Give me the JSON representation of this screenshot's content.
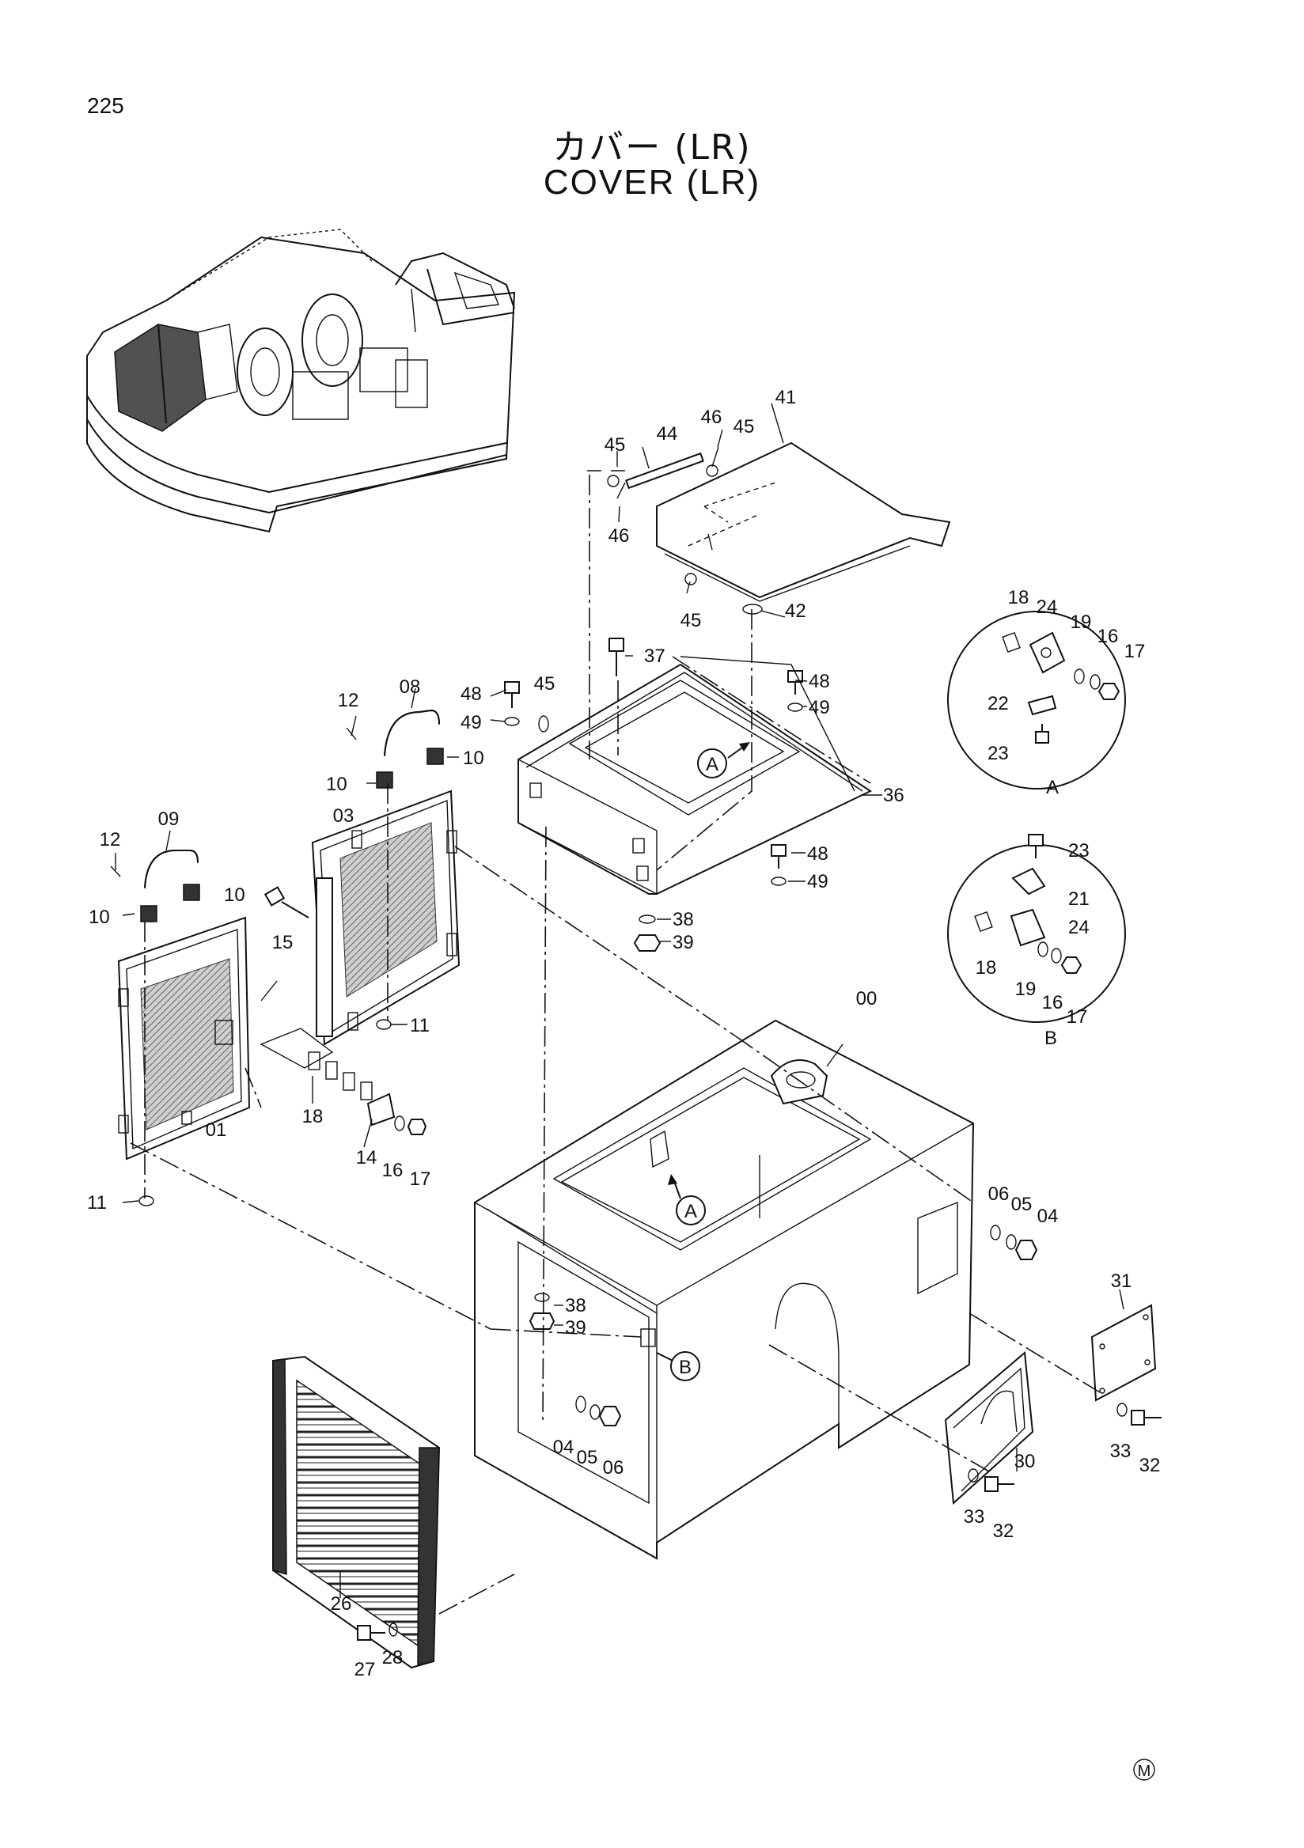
{
  "header": {
    "page_number": "225",
    "title_jp": "カバー (LR)",
    "title_en": "COVER (LR)"
  },
  "callouts": {
    "detail_a": "A",
    "detail_b": "B",
    "circle_a_main": "A",
    "circle_a_top": "A",
    "circle_b_main": "B"
  },
  "parts": [
    {
      "id": "00"
    },
    {
      "id": "01"
    },
    {
      "id": "03"
    },
    {
      "id": "04"
    },
    {
      "id": "05"
    },
    {
      "id": "06"
    },
    {
      "id": "08"
    },
    {
      "id": "09"
    },
    {
      "id": "10"
    },
    {
      "id": "11"
    },
    {
      "id": "12"
    },
    {
      "id": "14"
    },
    {
      "id": "15"
    },
    {
      "id": "16"
    },
    {
      "id": "17"
    },
    {
      "id": "18"
    },
    {
      "id": "19"
    },
    {
      "id": "21"
    },
    {
      "id": "22"
    },
    {
      "id": "23"
    },
    {
      "id": "24"
    },
    {
      "id": "26"
    },
    {
      "id": "27"
    },
    {
      "id": "28"
    },
    {
      "id": "30"
    },
    {
      "id": "31"
    },
    {
      "id": "32"
    },
    {
      "id": "33"
    },
    {
      "id": "36"
    },
    {
      "id": "37"
    },
    {
      "id": "38"
    },
    {
      "id": "39"
    },
    {
      "id": "41"
    },
    {
      "id": "42"
    },
    {
      "id": "44"
    },
    {
      "id": "45"
    },
    {
      "id": "46"
    },
    {
      "id": "48"
    },
    {
      "id": "49"
    }
  ],
  "labels": {
    "l45a": "45",
    "l44": "44",
    "l46a": "46",
    "l45b": "45",
    "l41": "41",
    "l46b": "46",
    "l45c": "45",
    "l42": "42",
    "l37": "37",
    "l48a": "48",
    "l49a": "49",
    "l45d": "45",
    "l48b": "48",
    "l49b": "49",
    "l36": "36",
    "l48c": "48",
    "l49c": "49",
    "l38a": "38",
    "l39a": "39",
    "l12a": "12",
    "l08": "08",
    "l10a": "10",
    "l10b": "10",
    "l03": "03",
    "l12b": "12",
    "l09": "09",
    "l10c": "10",
    "l10d": "10",
    "l15": "15",
    "l11a": "11",
    "l18a": "18",
    "l14": "14",
    "l16a": "16",
    "l17a": "17",
    "l01": "01",
    "l11b": "11",
    "l00": "00",
    "l06a": "06",
    "l05a": "05",
    "l04a": "04",
    "l31": "31",
    "l38b": "38",
    "l39b": "39",
    "l04b": "04",
    "l05b": "05",
    "l06b": "06",
    "l30": "30",
    "l33a": "33",
    "l32a": "32",
    "l33b": "33",
    "l32b": "32",
    "l26": "26",
    "l27": "27",
    "l28": "28",
    "cA18": "18",
    "cA24": "24",
    "cA19": "19",
    "cA16": "16",
    "cA17": "17",
    "cA22": "22",
    "cA23": "23",
    "cB23": "23",
    "cB21": "21",
    "cB24": "24",
    "cB18": "18",
    "cB19": "19",
    "cB16": "16",
    "cB17": "17"
  },
  "footer": {
    "mark": "M"
  }
}
